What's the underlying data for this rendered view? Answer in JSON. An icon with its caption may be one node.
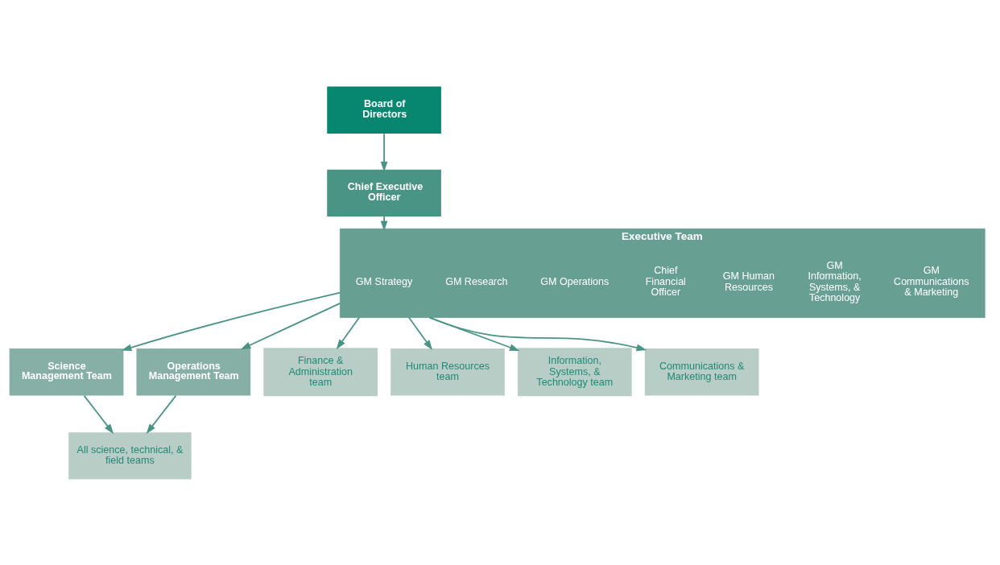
{
  "diagram": {
    "nodes": [
      {
        "text": [
          "Board of Directors"
        ]
      },
      {
        "text": [
          "Chief Executive Officer"
        ]
      },
      {
        "text": [
          "Executive Team"
        ]
      },
      {
        "text": [
          "GM Strategy"
        ],
        "in": 2
      },
      {
        "text": [
          "GM Research"
        ],
        "in": 2
      },
      {
        "text": [
          "GM Operations"
        ],
        "in": 2
      },
      {
        "text": [
          "Chief Financial Officer"
        ],
        "in": 2
      },
      {
        "text": [
          "GM Human Resources"
        ],
        "in": 2
      },
      {
        "text": [
          "GM Information, Systems, & Technology"
        ],
        "in": 2
      },
      {
        "text": [
          "GM Communications & Marketing"
        ],
        "in": 2
      },
      {
        "text": [
          "Science Management Team"
        ]
      },
      {
        "text": [
          "Operations Management Team"
        ]
      },
      {
        "text": [
          "All science, technical, & field teams"
        ]
      },
      {
        "text": [
          "Finance & Administration team"
        ]
      },
      {
        "text": [
          "Human Resources team"
        ]
      },
      {
        "text": [
          "Information, Systems, & Technology team"
        ]
      },
      {
        "text": [
          "Communications & Marketing team"
        ]
      }
    ],
    "edges": [
      {
        "from": 0,
        "to": 1,
        "arrow": "to"
      },
      {
        "from": 1,
        "to": 2,
        "arrow": "to"
      },
      {
        "from": 2,
        "to": 10,
        "arrow": "to"
      },
      {
        "from": 2,
        "to": 11,
        "arrow": "to"
      },
      {
        "from": 2,
        "to": 13,
        "arrow": "to"
      },
      {
        "from": 2,
        "to": 14,
        "arrow": "to"
      },
      {
        "from": 2,
        "to": 15,
        "arrow": "to"
      },
      {
        "from": 2,
        "to": 16,
        "arrow": "to"
      },
      {
        "from": 10,
        "to": 12,
        "arrow": "to"
      },
      {
        "from": 11,
        "to": 12,
        "arrow": "to"
      }
    ]
  }
}
